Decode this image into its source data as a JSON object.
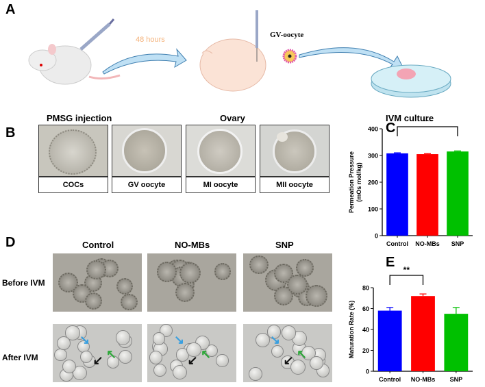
{
  "panel_a": {
    "label": "A",
    "time_label": "48 hours",
    "oocyte_label": "GV-oocyte",
    "steps": [
      "PMSG injection",
      "Ovary",
      "IVM culture"
    ]
  },
  "panel_b": {
    "label": "B",
    "captions": [
      "COCs",
      "GV oocyte",
      "MI oocyte",
      "MII oocyte"
    ]
  },
  "panel_d": {
    "label": "D",
    "columns": [
      "Control",
      "NO-MBs",
      "SNP"
    ],
    "rows": [
      "Before IVM",
      "After IVM"
    ],
    "arrow_colors": {
      "blue": "#3aa0e0",
      "black": "#111111",
      "green": "#2ea83a"
    }
  },
  "chart_data": [
    {
      "panel": "C",
      "type": "bar",
      "categories": [
        "Control",
        "NO-MBs",
        "SNP"
      ],
      "values": [
        308,
        305,
        315
      ],
      "errors": [
        2,
        2,
        2
      ],
      "colors": [
        "#0000ff",
        "#ff0000",
        "#00c000"
      ],
      "ylabel": "Permeation Pressure",
      "ylabel2": "(mOs mol/kg)",
      "ylim": [
        0,
        400
      ],
      "yticks": [
        0,
        100,
        200,
        300,
        400
      ],
      "significance": {
        "from": "Control",
        "to": "SNP",
        "label": "***"
      }
    },
    {
      "panel": "E",
      "type": "bar",
      "categories": [
        "Control",
        "NO-MBs",
        "SNP"
      ],
      "values": [
        58,
        72,
        55
      ],
      "errors": [
        3,
        2,
        6
      ],
      "colors": [
        "#0000ff",
        "#ff0000",
        "#00c000"
      ],
      "ylabel": "Maturation Rate (%)",
      "ylim": [
        0,
        80
      ],
      "yticks": [
        0,
        20,
        40,
        60,
        80
      ],
      "significance": {
        "from": "Control",
        "to": "NO-MBs",
        "label": "**"
      }
    }
  ]
}
